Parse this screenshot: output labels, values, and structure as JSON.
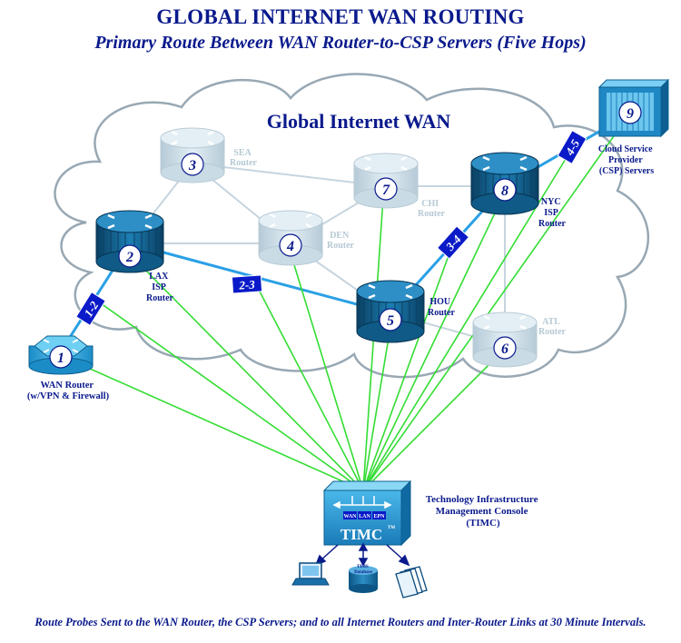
{
  "title": "GLOBAL INTERNET WAN ROUTING",
  "subtitle": "Primary Route Between WAN Router-to-CSP Servers (Five Hops)",
  "cloud_label": "Global Internet WAN",
  "footer": "Route Probes Sent to the WAN Router, the CSP Servers; and to all Internet Routers and Inter-Router Links at 30 Minute Intervals.",
  "nodes": {
    "n1": {
      "number": "1",
      "label_lines": [
        "WAN Router",
        "(w/VPN & Firewall)"
      ]
    },
    "n2": {
      "number": "2",
      "label_lines": [
        "LAX",
        "ISP",
        "Router"
      ]
    },
    "n3": {
      "number": "3",
      "label_lines": [
        "SEA",
        "Router"
      ]
    },
    "n4": {
      "number": "4",
      "label_lines": [
        "DEN",
        "Router"
      ]
    },
    "n5": {
      "number": "5",
      "label_lines": [
        "HOU",
        "Router"
      ]
    },
    "n6": {
      "number": "6",
      "label_lines": [
        "ATL",
        "Router"
      ]
    },
    "n7": {
      "number": "7",
      "label_lines": [
        "CHI",
        "Router"
      ]
    },
    "n8": {
      "number": "8",
      "label_lines": [
        "NYC",
        "ISP",
        "Router"
      ]
    },
    "n9": {
      "number": "9",
      "label_lines": [
        "Cloud Service",
        "Provider",
        "(CSP) Servers"
      ]
    }
  },
  "links": {
    "l12": "1-2",
    "l23": "2-3",
    "l34": "3-4",
    "l45": "4-5"
  },
  "timc": {
    "logo": "TIMC",
    "tm": "TM",
    "tags": [
      "WAN",
      "LAN",
      "EPN"
    ],
    "label_lines": [
      "Technology Infrastructure",
      "Management Console",
      "(TIMC)"
    ],
    "database_label_lines": [
      "TIMS",
      "Database"
    ]
  },
  "colors": {
    "title": "#0a1a8c",
    "primary_route": "#2aa0e6",
    "probe": "#33dd33",
    "router_active": "#0f5a86",
    "router_faded": "#c9dbe5",
    "link_badge": "#0a1ac8",
    "cloud_fill": "#ffffff",
    "cloud_stroke": "#98a8b4"
  }
}
